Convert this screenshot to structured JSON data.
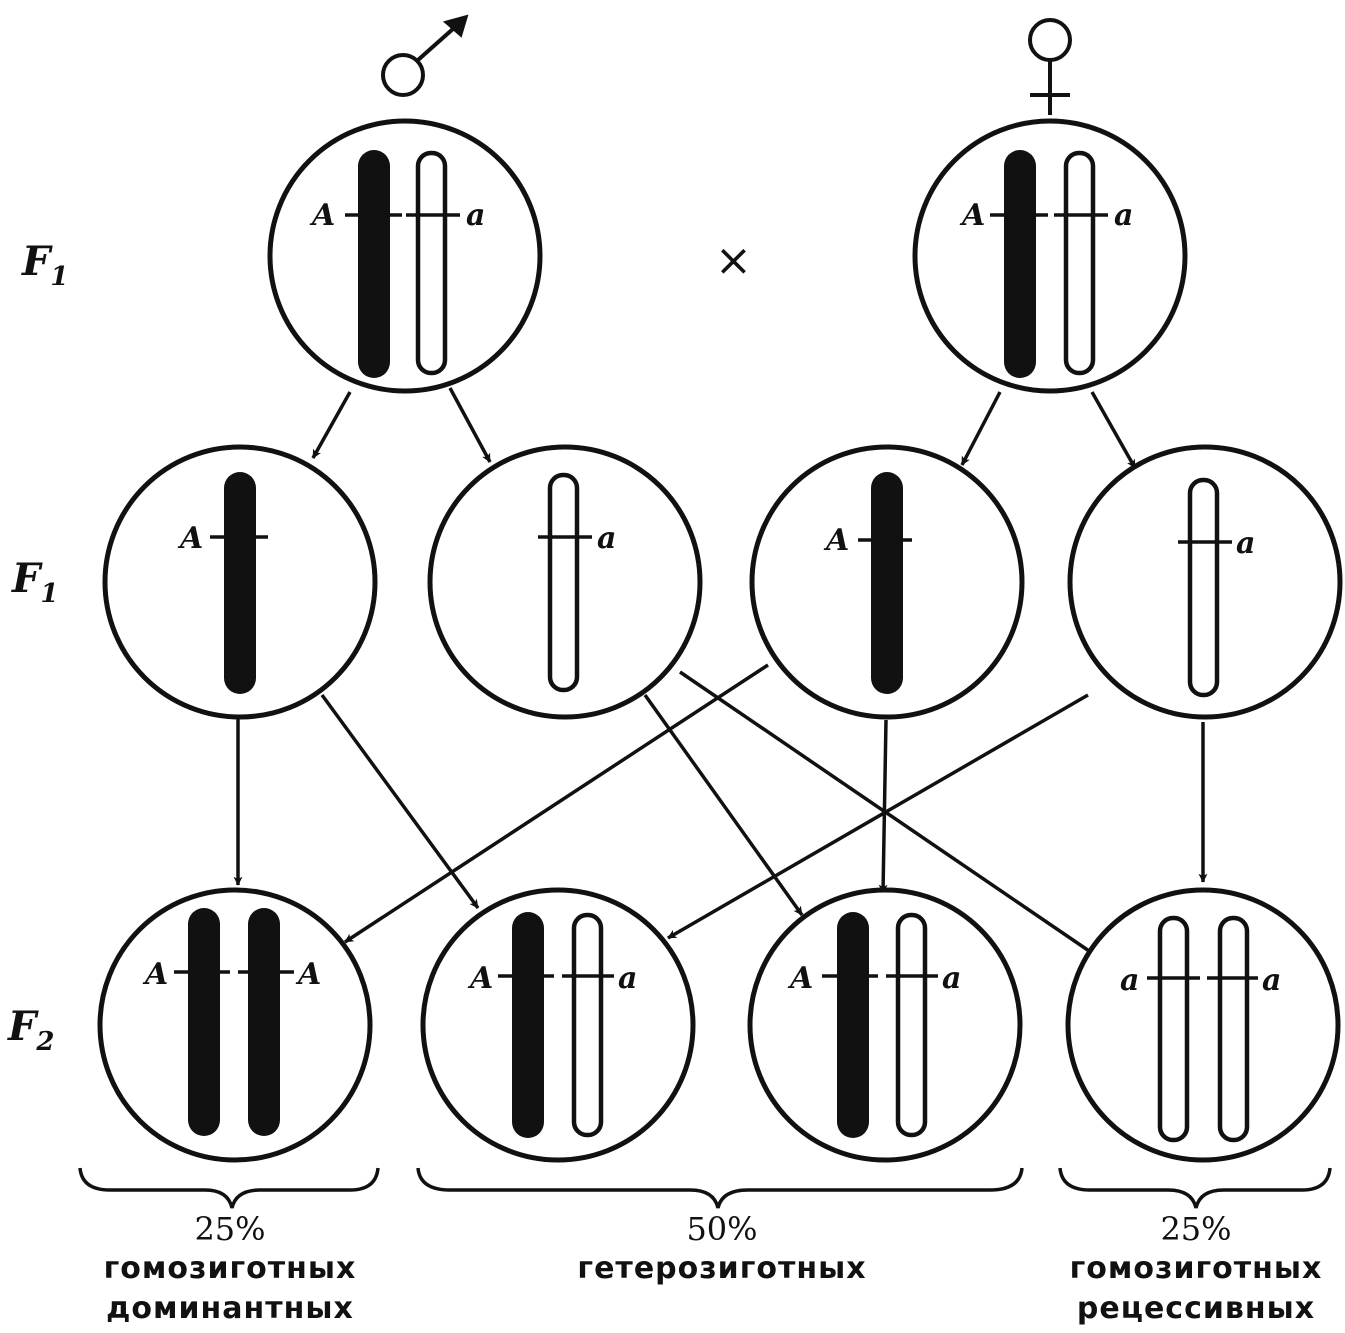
{
  "rows": {
    "parents_label_main": "F",
    "parents_label_sub": "1",
    "gametes_label_main": "F",
    "gametes_label_sub": "1",
    "offspring_label_main": "F",
    "offspring_label_sub": "2"
  },
  "cross_symbol": "×",
  "male_symbol": "♂",
  "female_symbol": "♀",
  "parents": [
    {
      "alleles": [
        "A",
        "a"
      ]
    },
    {
      "alleles": [
        "A",
        "a"
      ]
    }
  ],
  "gametes": [
    {
      "allele": "A"
    },
    {
      "allele": "a"
    },
    {
      "allele": "A"
    },
    {
      "allele": "a"
    }
  ],
  "offspring": [
    {
      "alleles": [
        "A",
        "A"
      ]
    },
    {
      "alleles": [
        "A",
        "a"
      ]
    },
    {
      "alleles": [
        "A",
        "a"
      ]
    },
    {
      "alleles": [
        "a",
        "a"
      ]
    }
  ],
  "groups": [
    {
      "percent": "25%",
      "line1": "гомозиготных",
      "line2": "доминантных"
    },
    {
      "percent": "50%",
      "line1": "гетерозиготных",
      "line2": ""
    },
    {
      "percent": "25%",
      "line1": "гомозиготных",
      "line2": "рецессивных"
    }
  ],
  "colors": {
    "ink": "#111111",
    "paper": "#ffffff"
  }
}
